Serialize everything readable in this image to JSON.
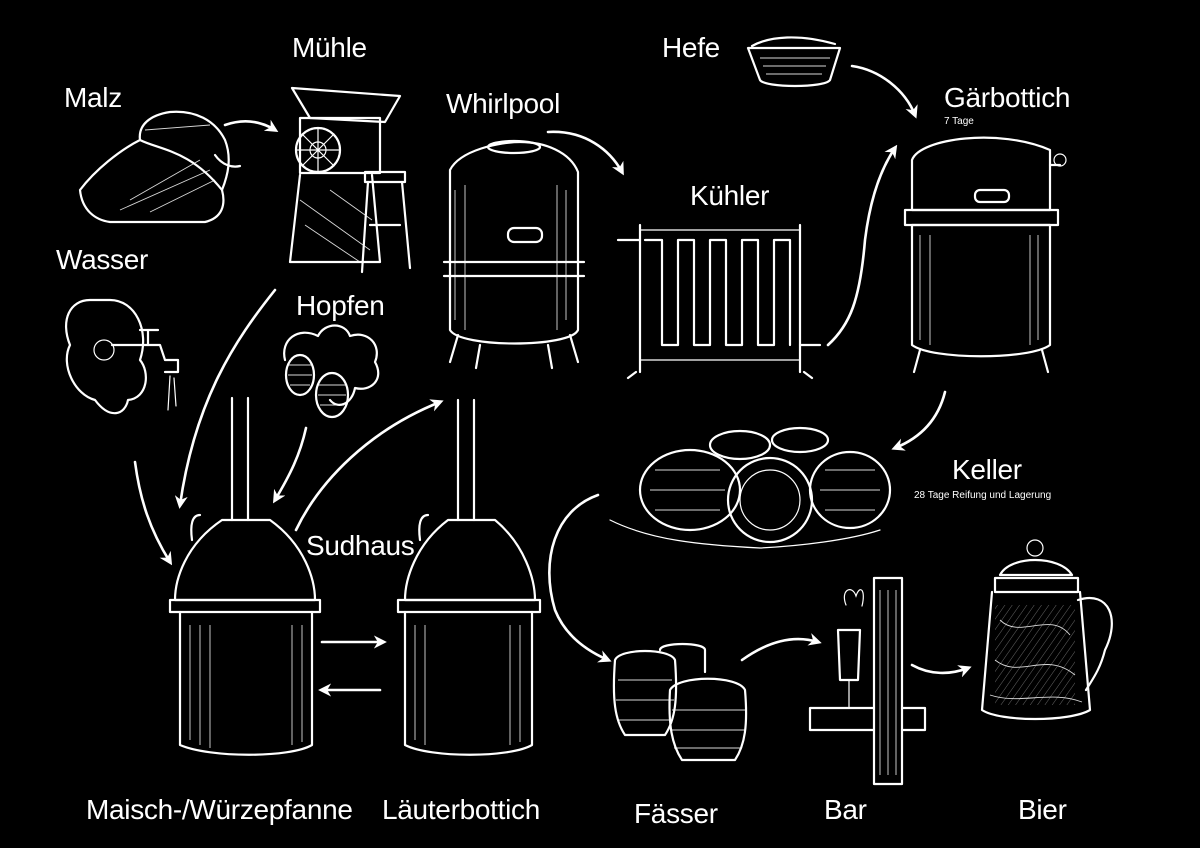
{
  "labels": {
    "malz": "Malz",
    "muehle": "Mühle",
    "whirlpool": "Whirlpool",
    "hefe": "Hefe",
    "gaerbottich": "Gärbottich",
    "gaerbottich_note": "7 Tage",
    "wasser": "Wasser",
    "hopfen": "Hopfen",
    "kuehler": "Kühler",
    "keller": "Keller",
    "keller_note": "28 Tage Reifung und Lagerung",
    "sudhaus": "Sudhaus",
    "maischpfanne": "Maisch-/Würzepfanne",
    "laeuterbottich": "Läuterbottich",
    "faesser": "Fässer",
    "bar": "Bar",
    "bier": "Bier"
  },
  "colors": {
    "background": "#000000",
    "ink": "#ffffff"
  }
}
